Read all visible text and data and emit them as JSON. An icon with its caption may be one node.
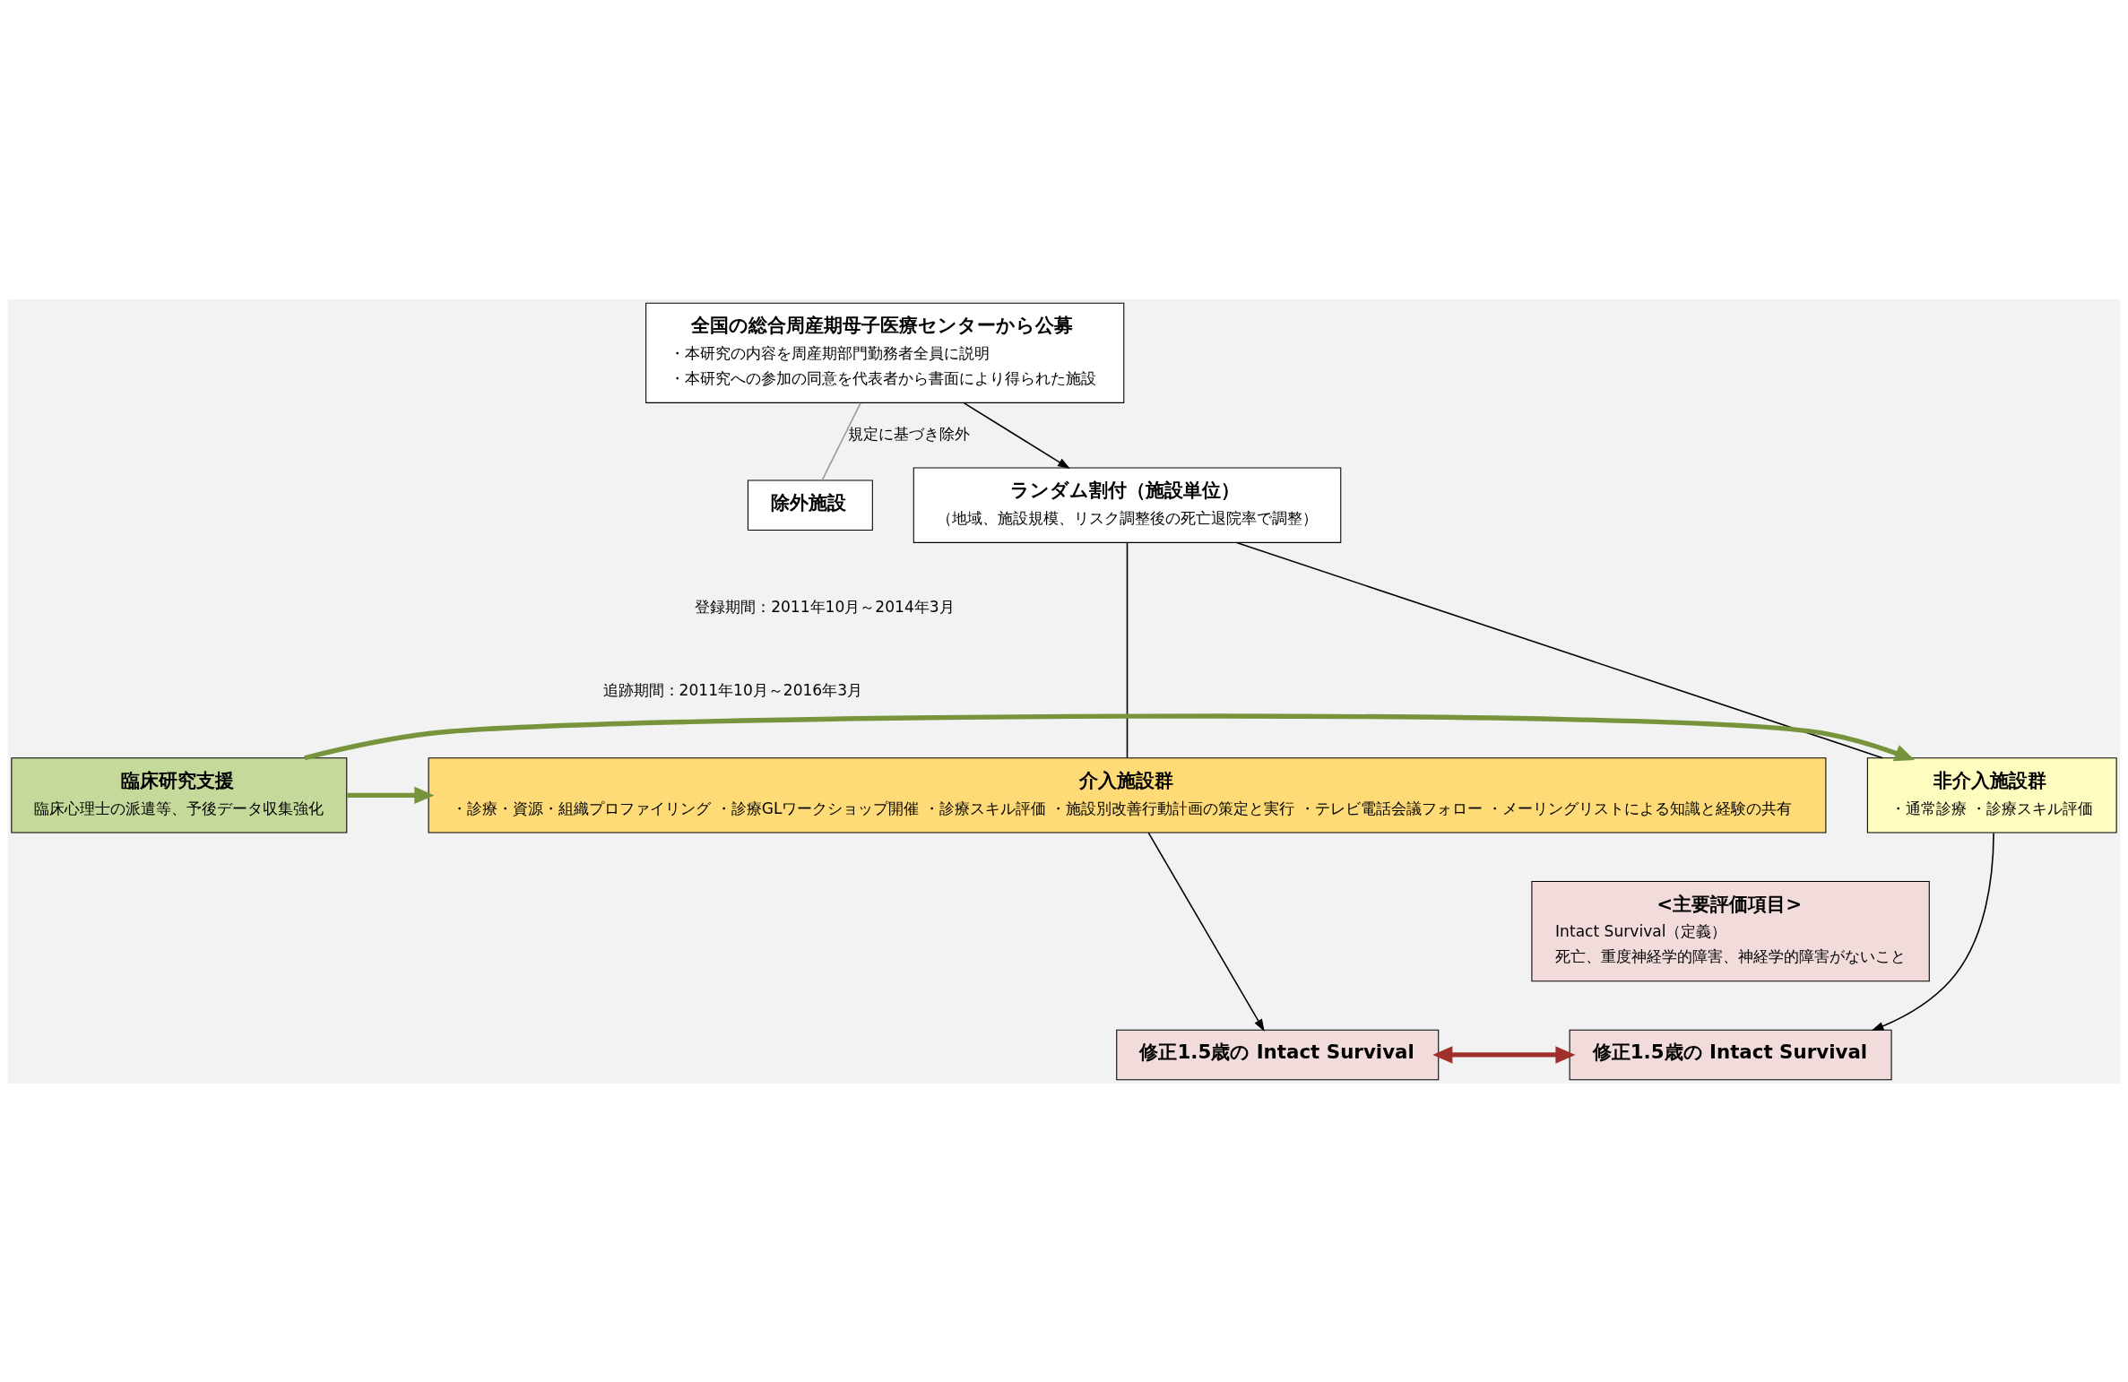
{
  "diagram": {
    "nodes": [
      {
        "text": [
          "全国の総合周産期母子医療センターから公募",
          "・本研究の内容を周産期部門勤務者全員に説明",
          "・本研究への参加の同意を代表者から書面により得られた施設"
        ]
      },
      {
        "text": [
          "除外施設"
        ]
      },
      {
        "text": [
          "ランダム割付（施設単位）",
          "（地域、施設規模、リスク調整後の死亡退院率で調整）"
        ]
      },
      {
        "text": [
          "介入施設群",
          "・診療・資源・組織プロファイリング ・診療GLワークショップ開催 ・診療スキル評価 ・施設別改善行動計画の策定と実行 ・テレビ電話会議フォロー ・メーリングリストによる知識と経験の共有"
        ]
      },
      {
        "text": [
          "非介入施設群",
          "・通常診療 ・診療スキル評価"
        ]
      },
      {
        "text": [
          "臨床研究支援",
          "臨床心理士の派遣等、予後データ収集強化"
        ]
      },
      {
        "text": [
          "<主要評価項目>",
          "Intact Survival（定義）",
          "死亡、重度神経学的障害、神経学的障害がないこと"
        ]
      },
      {
        "text": [
          "修正1.5歳の Intact Survival"
        ]
      },
      {
        "text": [
          "修正1.5歳の Intact Survival"
        ]
      }
    ],
    "edges": [
      {
        "from": 0,
        "to": 2,
        "arrow": "to"
      },
      {
        "from": 0,
        "to": 1,
        "arrow": "none",
        "label": "規定に基づき除外",
        "color": "#999999"
      },
      {
        "from": 2,
        "to": 3,
        "arrow": "none"
      },
      {
        "from": 2,
        "to": 4,
        "arrow": "none"
      },
      {
        "from": 3,
        "to": 7,
        "arrow": "to"
      },
      {
        "from": 4,
        "to": 8,
        "arrow": "to"
      },
      {
        "from": 5,
        "to": 3,
        "arrow": "to",
        "style": "thick",
        "color": "#77933c"
      },
      {
        "from": 5,
        "to": 4,
        "arrow": "to",
        "style": "thick",
        "color": "#77933c"
      },
      {
        "from": 7,
        "to": 8,
        "arrow": "both",
        "style": "thick",
        "color": "#a0302c"
      }
    ],
    "labels": [
      "登録期間：2011年10月～2014年3月",
      "追跡期間：2011年10月～2016年3月"
    ]
  }
}
